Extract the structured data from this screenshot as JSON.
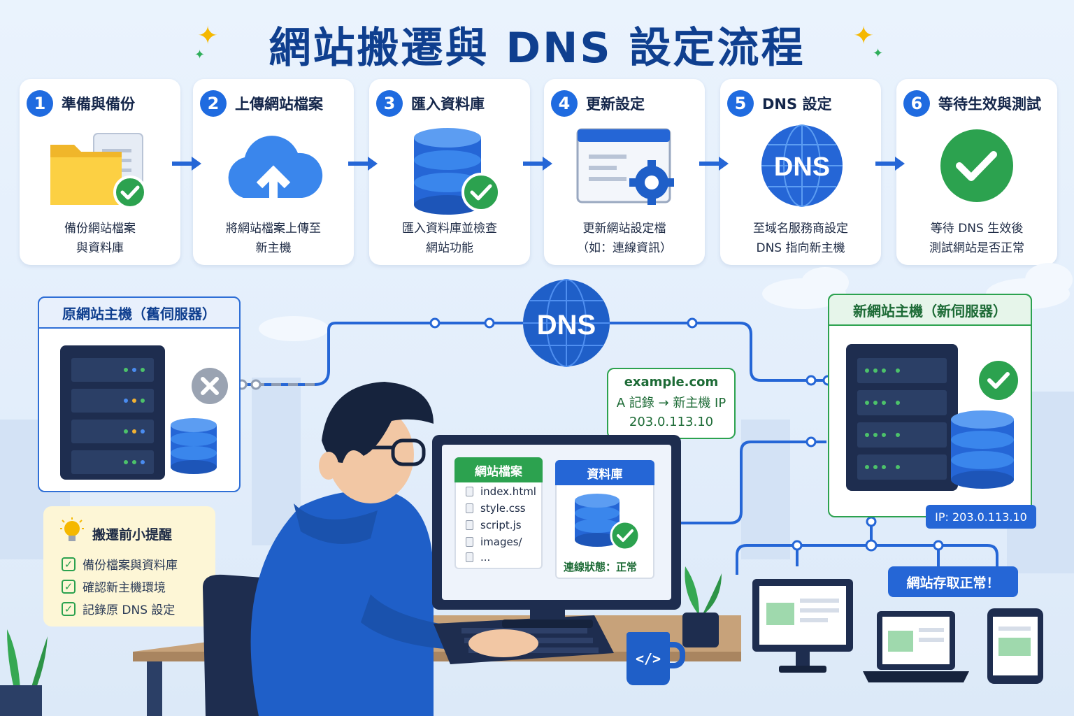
{
  "title": "網站搬遷與 DNS 設定流程",
  "steps": [
    {
      "num": "1",
      "title": "準備與備份",
      "desc": [
        "備份網站檔案",
        "與資料庫"
      ]
    },
    {
      "num": "2",
      "title": "上傳網站檔案",
      "desc": [
        "將網站檔案上傳至",
        "新主機"
      ]
    },
    {
      "num": "3",
      "title": "匯入資料庫",
      "desc": [
        "匯入資料庫並檢查",
        "網站功能"
      ]
    },
    {
      "num": "4",
      "title": "更新設定",
      "desc": [
        "更新網站設定檔",
        "（如：連線資訊）"
      ]
    },
    {
      "num": "5",
      "title": "DNS 設定",
      "desc": [
        "至域名服務商設定",
        "DNS 指向新主機"
      ]
    },
    {
      "num": "6",
      "title": "等待生效與測試",
      "desc": [
        "等待 DNS 生效後",
        "測試網站是否正常"
      ]
    }
  ],
  "old_server": {
    "title": "原網站主機（舊伺服器）"
  },
  "new_server": {
    "title": "新網站主機（新伺服器）",
    "ip": "IP: 203.0.113.10"
  },
  "dns_globe": {
    "label": "DNS"
  },
  "dns_icon_label": "DNS",
  "dns_record": {
    "domain": "example.com",
    "record": "A 記錄 → 新主機 IP",
    "ip": "203.0.113.10"
  },
  "tips": {
    "title": "搬遷前小提醒",
    "items": [
      "備份檔案與資料庫",
      "確認新主機環境",
      "記錄原 DNS 設定"
    ]
  },
  "monitor": {
    "files_title": "網站檔案",
    "files": [
      "index.html",
      "style.css",
      "script.js",
      "images/",
      "..."
    ],
    "db_title": "資料庫",
    "db_status": "連線狀態：正常"
  },
  "result": {
    "label": "網站存取正常！"
  },
  "mug_label": "</>",
  "colors": {
    "primary": "#1f6be0",
    "title": "#0f3f8f",
    "success": "#2ca24f",
    "server": "#1e2d4f",
    "tips_bg": "#fdf6d6"
  }
}
